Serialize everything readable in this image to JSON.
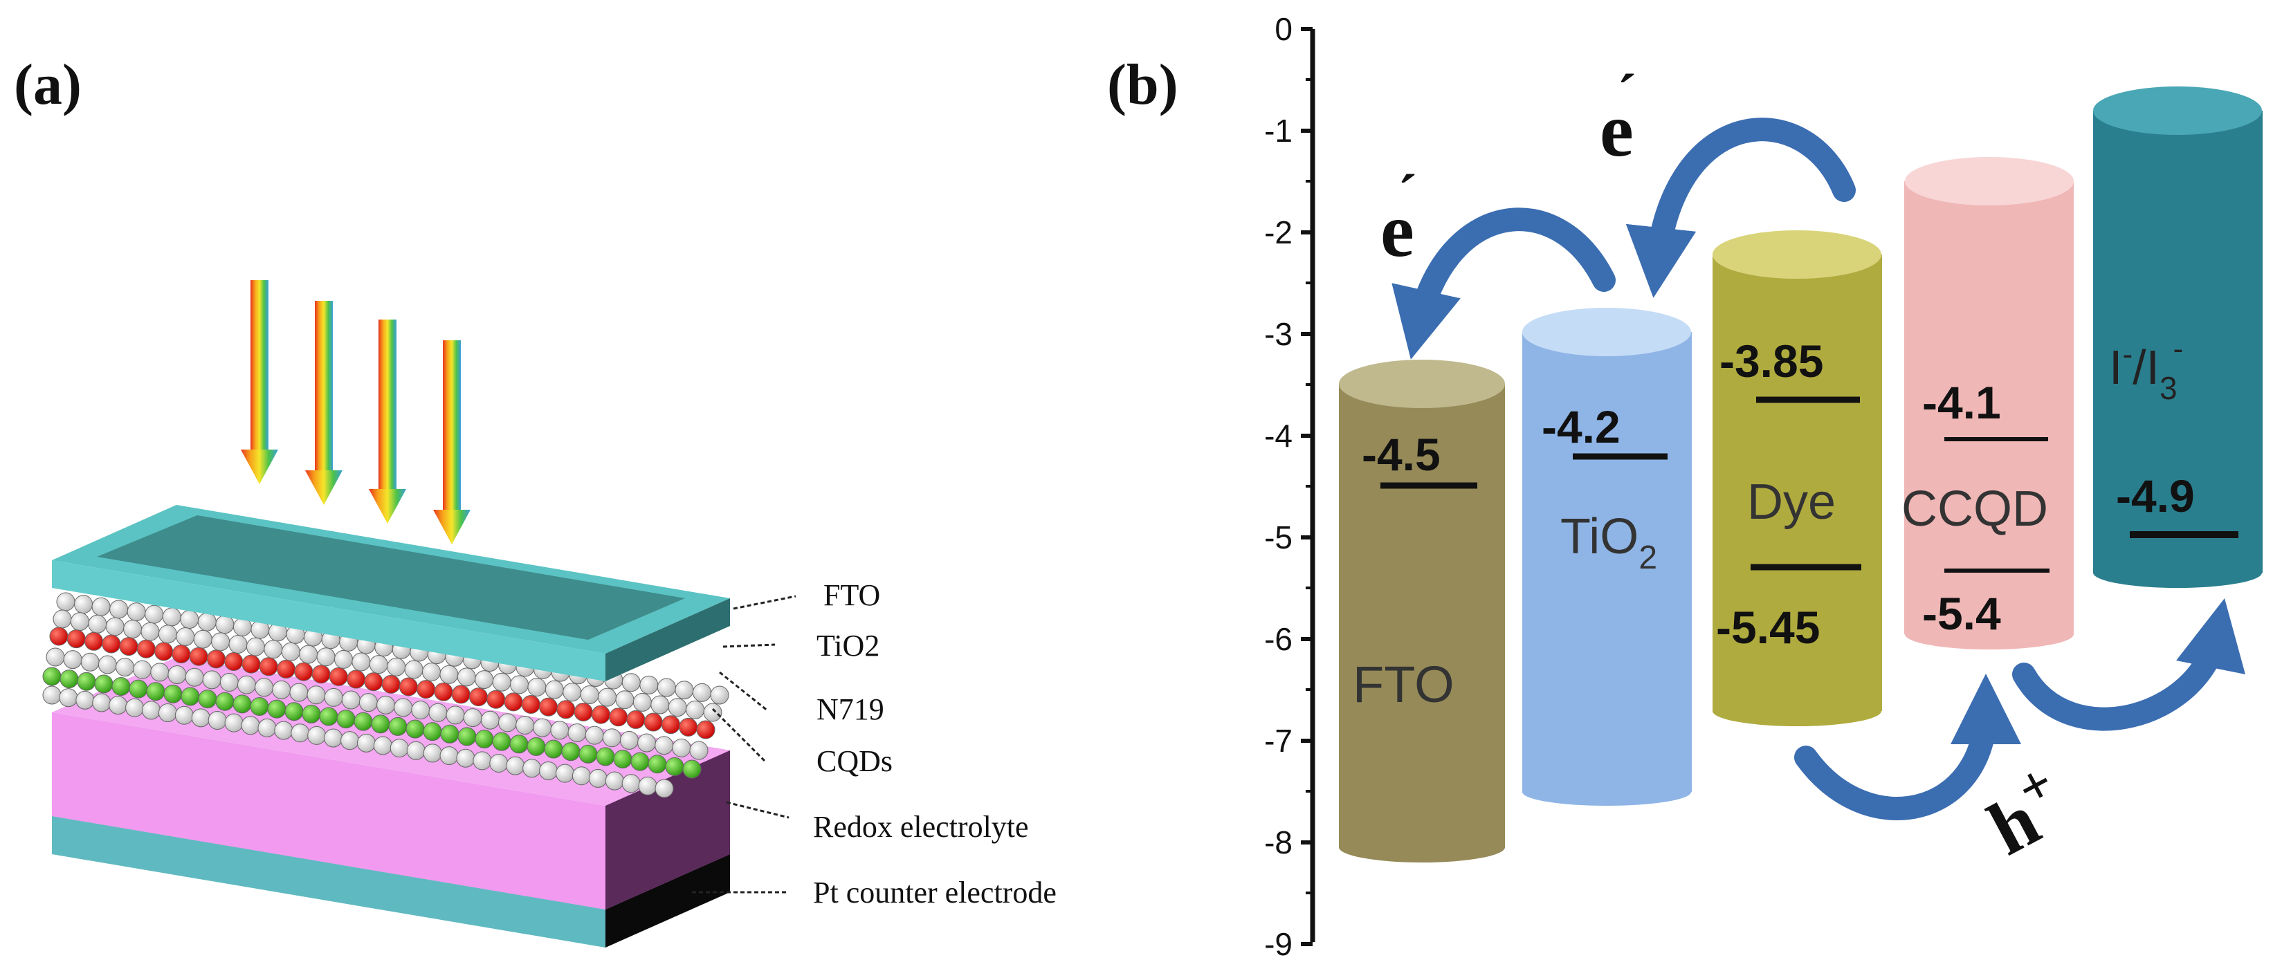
{
  "panel_a": {
    "label": "(a)",
    "layers": {
      "fto": "FTO",
      "tio2": "TiO2",
      "dye": "N719",
      "cqds": "CQDs",
      "electrolyte": "Redox electrolyte",
      "counter": "Pt counter electrode"
    }
  },
  "panel_b": {
    "label": "(b)",
    "axis": {
      "ticks": [
        "0",
        "-1",
        "-2",
        "-3",
        "-4",
        "-5",
        "-6",
        "-7",
        "-8",
        "-9"
      ]
    },
    "materials": {
      "fto": {
        "name": "FTO",
        "level": "-4.5"
      },
      "tio2": {
        "name_main": "TiO",
        "name_sub": "2",
        "level": "-4.2"
      },
      "dye": {
        "name": "Dye",
        "lumo": "-3.85",
        "homo": "-5.45"
      },
      "ccqd": {
        "name": "CCQD",
        "lumo": "-4.1",
        "homo": "-5.4"
      },
      "redox": {
        "name_a": "I",
        "name_sup1": "-",
        "name_b": "/I",
        "name_sub": "3",
        "name_sup2": "-",
        "level": "-4.9"
      }
    },
    "carriers": {
      "electron": "e",
      "electron_mark": "´",
      "hole": "h",
      "hole_sup": "+"
    }
  }
}
